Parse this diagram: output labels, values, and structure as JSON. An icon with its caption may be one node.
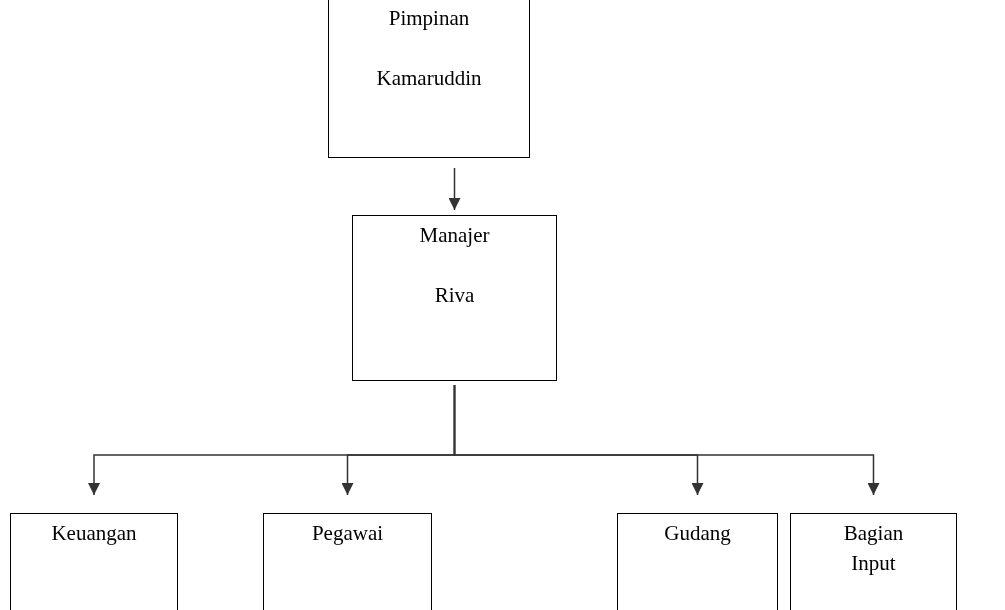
{
  "diagram": {
    "nodes": [
      {
        "text": [
          "Pimpinan",
          "Kamaruddin"
        ]
      },
      {
        "text": [
          "Manajer",
          "Riva"
        ]
      },
      {
        "text": [
          "Keuangan"
        ]
      },
      {
        "text": [
          "Pegawai"
        ]
      },
      {
        "text": [
          "Gudang"
        ]
      },
      {
        "text": [
          "Bagian Input"
        ]
      }
    ],
    "edges": [
      {
        "from": 0,
        "to": 1,
        "arrow": "to"
      },
      {
        "from": 1,
        "to": 2,
        "arrow": "to"
      },
      {
        "from": 1,
        "to": 3,
        "arrow": "to"
      },
      {
        "from": 1,
        "to": 4,
        "arrow": "to"
      },
      {
        "from": 1,
        "to": 5,
        "arrow": "to"
      }
    ]
  }
}
